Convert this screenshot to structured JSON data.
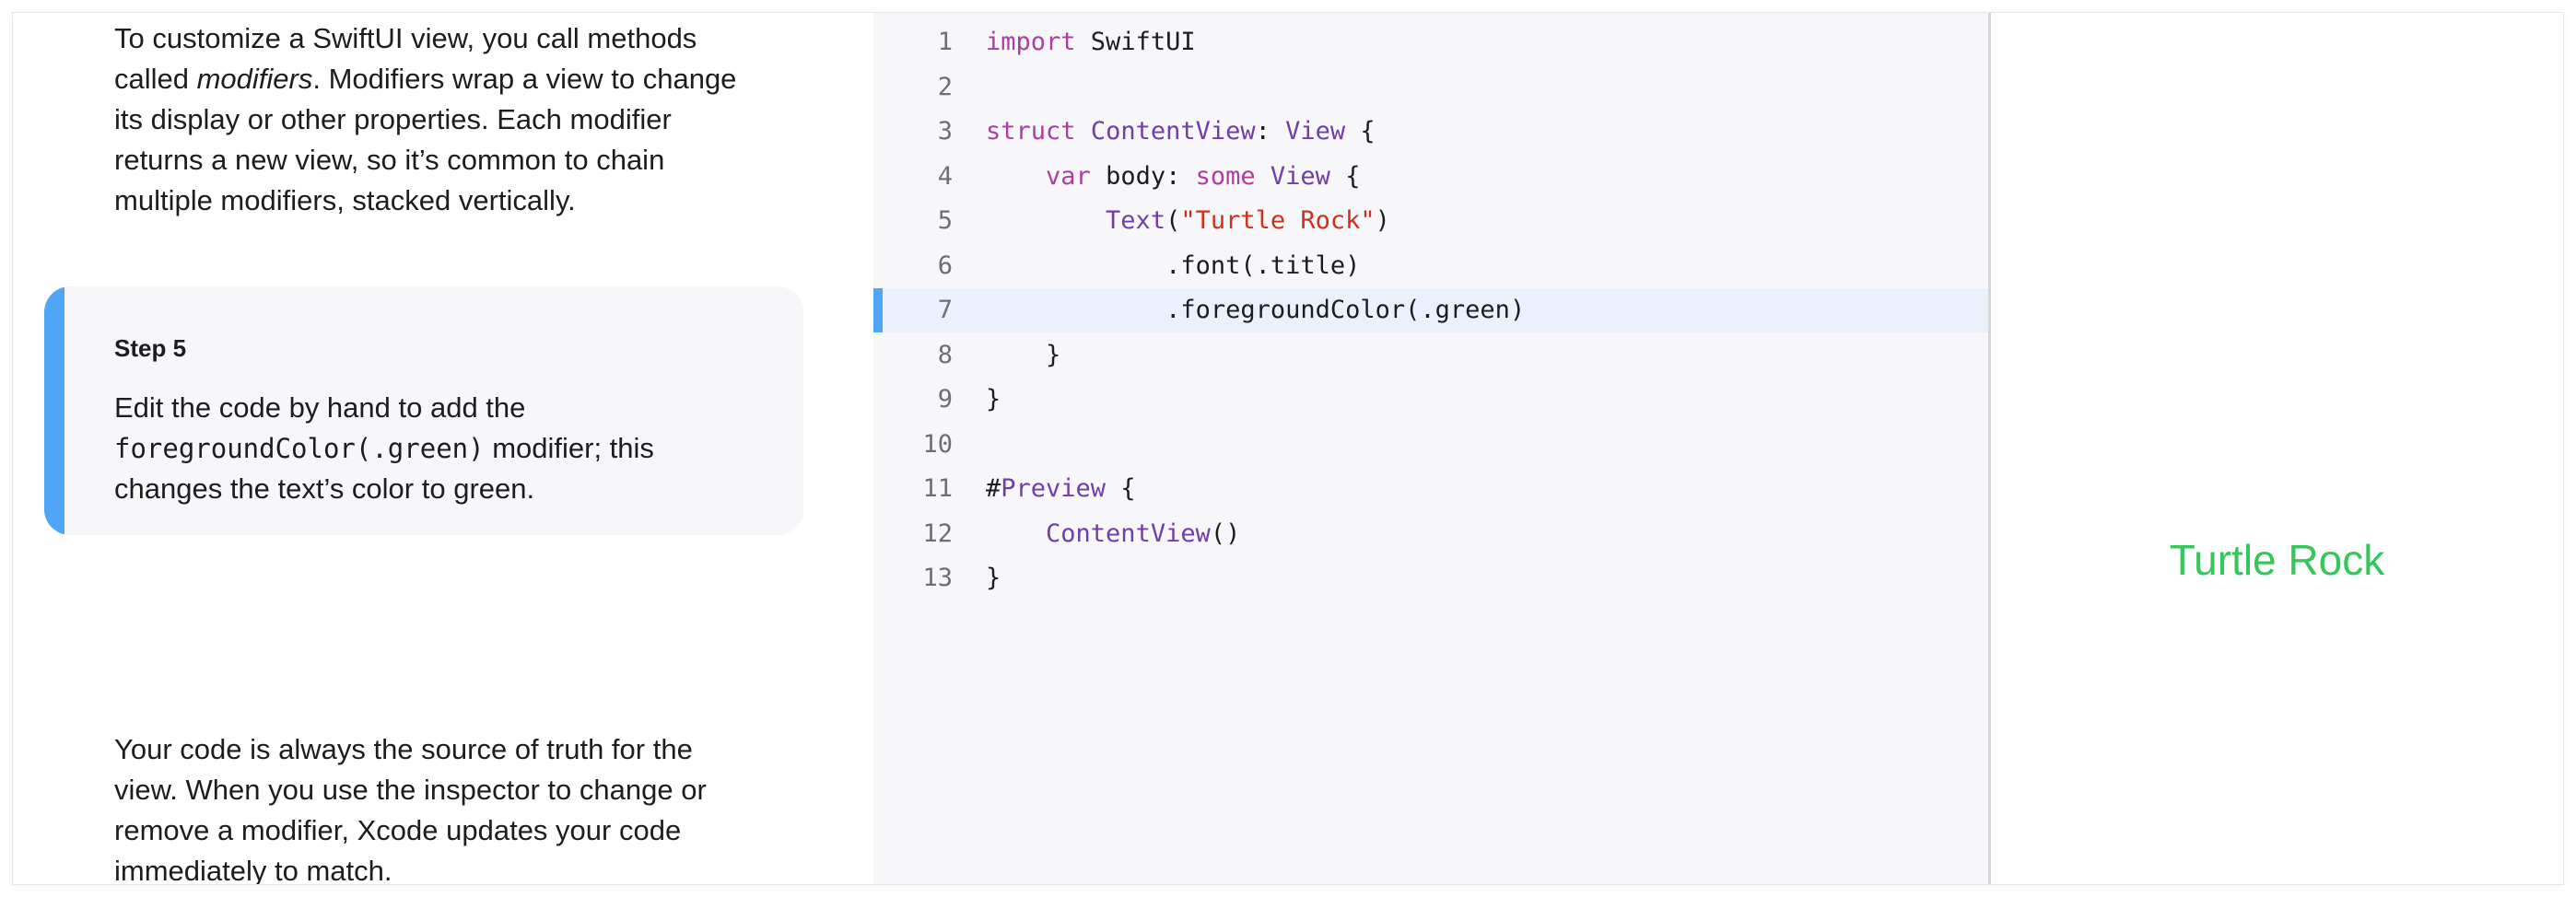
{
  "tutorial": {
    "intro_parts": [
      "To customize a SwiftUI view, you call methods called ",
      "modifiers",
      ". Modifiers wrap a view to change its display or other properties. Each modifier returns a new view, so it’s common to chain multiple modifiers, stacked vertically."
    ],
    "step": {
      "title": "Step 5",
      "text_before": "Edit the code by hand to add the ",
      "code": "foregroundColor(.green)",
      "text_after": " modifier; this changes the text’s color to green."
    },
    "outro": "Your code is always the source of truth for the view. When you use the inspector to change or remove a modifier, Xcode updates your code immediately to match."
  },
  "code": {
    "highlighted_line": 7,
    "lines": [
      {
        "n": "1",
        "tokens": [
          {
            "t": "import",
            "c": "kw"
          },
          {
            "t": " SwiftUI",
            "c": ""
          }
        ]
      },
      {
        "n": "2",
        "tokens": []
      },
      {
        "n": "3",
        "tokens": [
          {
            "t": "struct",
            "c": "kw"
          },
          {
            "t": " ",
            "c": ""
          },
          {
            "t": "ContentView",
            "c": "ty"
          },
          {
            "t": ": ",
            "c": ""
          },
          {
            "t": "View",
            "c": "ty"
          },
          {
            "t": " {",
            "c": ""
          }
        ]
      },
      {
        "n": "4",
        "tokens": [
          {
            "t": "    ",
            "c": ""
          },
          {
            "t": "var",
            "c": "kw"
          },
          {
            "t": " body: ",
            "c": ""
          },
          {
            "t": "some",
            "c": "kw"
          },
          {
            "t": " ",
            "c": ""
          },
          {
            "t": "View",
            "c": "ty"
          },
          {
            "t": " {",
            "c": ""
          }
        ]
      },
      {
        "n": "5",
        "tokens": [
          {
            "t": "        ",
            "c": ""
          },
          {
            "t": "Text",
            "c": "ty"
          },
          {
            "t": "(",
            "c": ""
          },
          {
            "t": "\"Turtle Rock\"",
            "c": "str"
          },
          {
            "t": ")",
            "c": ""
          }
        ]
      },
      {
        "n": "6",
        "tokens": [
          {
            "t": "            .font(.title)",
            "c": ""
          }
        ]
      },
      {
        "n": "7",
        "tokens": [
          {
            "t": "            .foregroundColor(.green)",
            "c": ""
          }
        ]
      },
      {
        "n": "8",
        "tokens": [
          {
            "t": "    }",
            "c": ""
          }
        ]
      },
      {
        "n": "9",
        "tokens": [
          {
            "t": "}",
            "c": ""
          }
        ]
      },
      {
        "n": "10",
        "tokens": []
      },
      {
        "n": "11",
        "tokens": [
          {
            "t": "#",
            "c": ""
          },
          {
            "t": "Preview",
            "c": "ty"
          },
          {
            "t": " {",
            "c": ""
          }
        ]
      },
      {
        "n": "12",
        "tokens": [
          {
            "t": "    ",
            "c": ""
          },
          {
            "t": "ContentView",
            "c": "ty"
          },
          {
            "t": "()",
            "c": ""
          }
        ]
      },
      {
        "n": "13",
        "tokens": [
          {
            "t": "}",
            "c": ""
          }
        ]
      }
    ]
  },
  "preview": {
    "text": "Turtle Rock",
    "text_color": "#34c759"
  },
  "colors": {
    "accent": "#4fa6f8",
    "keyword": "#ad3da4",
    "type": "#703daa",
    "string": "#d12f1b"
  }
}
